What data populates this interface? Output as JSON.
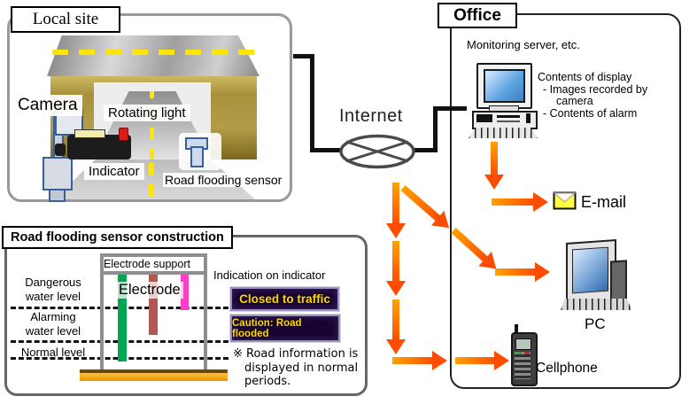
{
  "local_site": {
    "title": "Local site",
    "camera_label": "Camera",
    "rotating_light_label": "Rotating light",
    "indicator_label": "Indicator",
    "sensor_label": "Road flooding sensor"
  },
  "internet": {
    "label": "Internet"
  },
  "office": {
    "title": "Office",
    "server_caption": "Monitoring server, etc.",
    "display_title": "Contents of display",
    "display_item1_line1": "- Images recorded by",
    "display_item1_line2": "camera",
    "display_item2": "- Contents of alarm",
    "email_label": "E-mail",
    "pc_label": "PC",
    "cellphone_label": "Cellphone"
  },
  "sensor_construction": {
    "title": "Road flooding sensor construction",
    "electrode_support_label": "Electrode support",
    "electrode_label": "Electrode",
    "level_dangerous_line1": "Dangerous",
    "level_dangerous_line2": "water level",
    "level_alarming_line1": "Alarming",
    "level_alarming_line2": "water level",
    "level_normal": "Normal level",
    "indication_heading": "Indication on indicator",
    "indication_message1": "Closed to traffic",
    "indication_message2": "Caution: Road flooded",
    "note_line1": "※ Road information is",
    "note_line2": "displayed in normal",
    "note_line3": "periods."
  },
  "colors": {
    "arrow_orange": "#ff6a00",
    "connector_black": "#111111",
    "road_gold": "#b09a45",
    "electrode_green": "#00a651",
    "electrode_red": "#b25852",
    "electrode_magenta": "#ff3fc8",
    "indicator_display_bg": "#190533",
    "indicator_display_text": "#ffd700",
    "email_envelope_yellow": "#ffff3d",
    "screen_blue": "#4d8ecb",
    "ground_orange": "#f0a400"
  }
}
